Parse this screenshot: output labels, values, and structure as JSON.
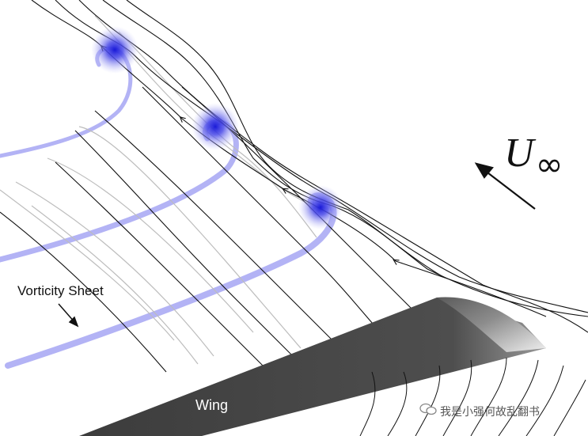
{
  "labels": {
    "vorticity_sheet": "Vorticity Sheet",
    "wing": "Wing",
    "freestream_symbol": "U",
    "freestream_subscript": "∞"
  },
  "watermark": {
    "text": "我是小强何故乱翻书",
    "icon": "wechat-bubble-icon"
  },
  "colors": {
    "vortex_core": "#2a2ae0",
    "vorticity_sheet": "#8c8cf0",
    "streamline_dark": "#111111",
    "streamline_light": "#bdbdbd",
    "wing": "#4a4a4a"
  }
}
